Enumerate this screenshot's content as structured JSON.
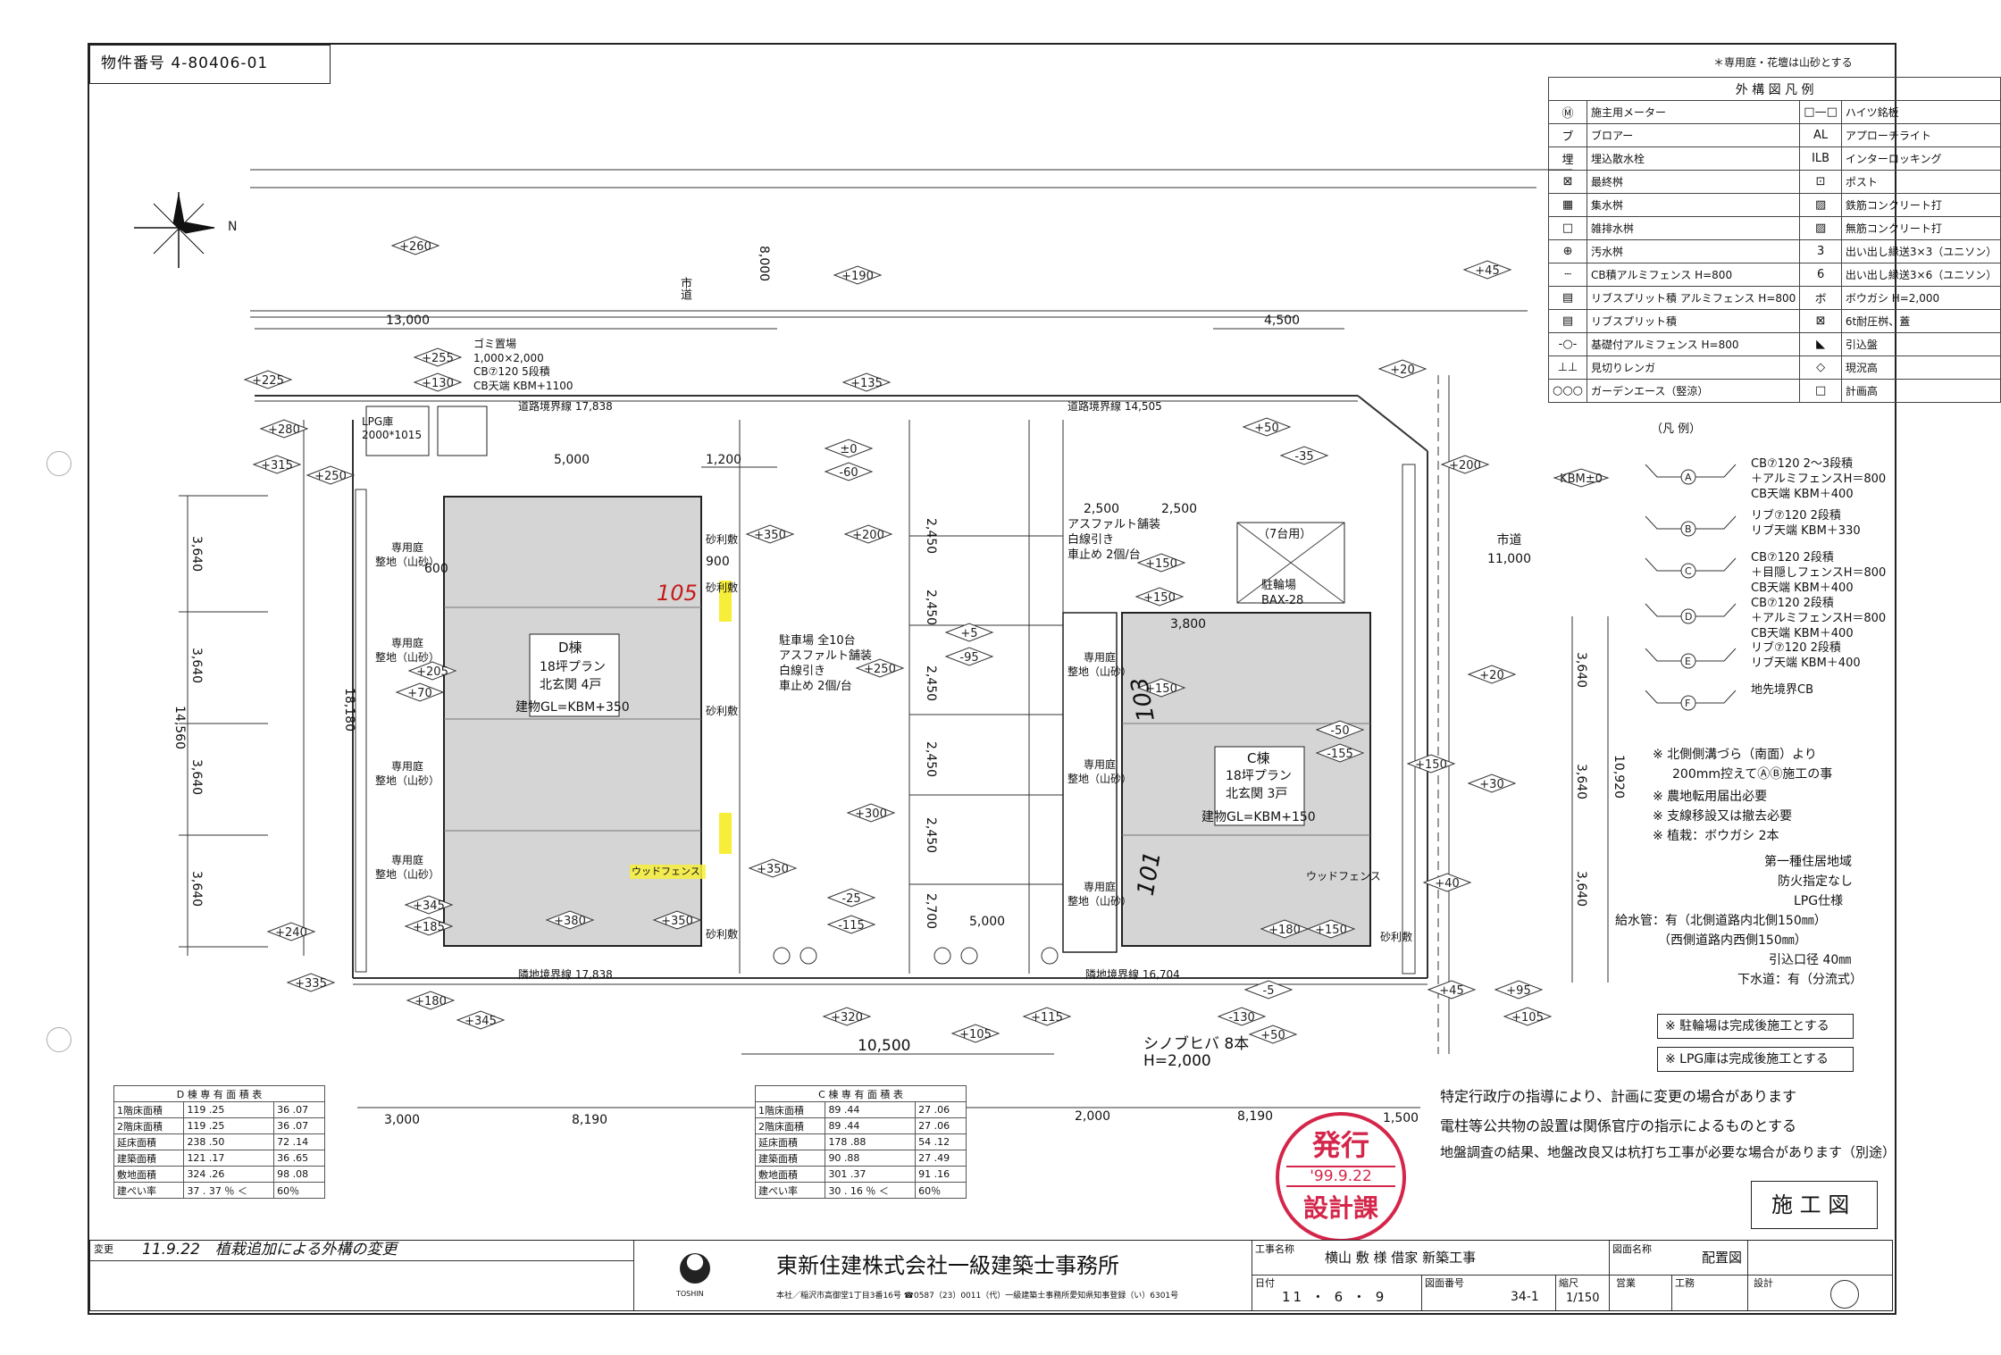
{
  "header": {
    "property_no": "物件番号 4-80406-01",
    "top_note": "＊専用庭・花壇は山砂とする"
  },
  "legend": {
    "title": "外 構 図 凡 例",
    "rows": [
      {
        "sym_l": "Ⓜ",
        "label_l": "施主用メーター",
        "sym_r": "□—□",
        "label_r": "ハイツ銘板"
      },
      {
        "sym_l": "ブ",
        "label_l": "ブロアー",
        "sym_r": "AL",
        "label_r": "アプローチライト"
      },
      {
        "sym_l": "埋",
        "label_l": "埋込散水栓",
        "sym_r": "ILB",
        "label_r": "インターロッキング"
      },
      {
        "sym_l": "⊠",
        "label_l": "最終桝",
        "sym_r": "⊡",
        "label_r": "ポスト"
      },
      {
        "sym_l": "▦",
        "label_l": "集水桝",
        "sym_r": "▨",
        "label_r": "鉄筋コンクリート打"
      },
      {
        "sym_l": "□",
        "label_l": "雑排水桝",
        "sym_r": "▨",
        "label_r": "無筋コンクリート打"
      },
      {
        "sym_l": "⊕",
        "label_l": "汚水桝",
        "sym_r": "3",
        "label_r": "出い出し縁送3×3（ユニソン）"
      },
      {
        "sym_l": "┄",
        "label_l": "CB積アルミフェンス H=800",
        "sym_r": "6",
        "label_r": "出い出し縁送3×6（ユニソン）"
      },
      {
        "sym_l": "▤",
        "label_l": "リブスプリット積 アルミフェンス H=800",
        "sym_r": "ボ",
        "label_r": "ボウガシ H=2,000"
      },
      {
        "sym_l": "▤",
        "label_l": "リブスプリット積",
        "sym_r": "⊠",
        "label_r": "6t耐圧桝、蓋"
      },
      {
        "sym_l": "-○-",
        "label_l": "基礎付アルミフェンス H=800",
        "sym_r": "◣",
        "label_r": "引込盤"
      },
      {
        "sym_l": "⊥⊥",
        "label_l": "見切りレンガ",
        "sym_r": "◇",
        "label_r": "現況高"
      },
      {
        "sym_l": "○○○",
        "label_l": "ガーデンエース（竪涼）",
        "sym_r": "□",
        "label_r": "計画高"
      }
    ]
  },
  "wall_legend": {
    "title": "（凡 例）",
    "items": [
      {
        "id": "A",
        "text": "CB⑦120 2〜3段積\n＋アルミフェンスH＝800\nCB天端 KBM＋400"
      },
      {
        "id": "B",
        "text": "リブ⑦120 2段積\nリブ天端 KBM＋330"
      },
      {
        "id": "C",
        "text": "CB⑦120 2段積\n＋目隠しフェンスH＝800\nCB天端 KBM＋400"
      },
      {
        "id": "D",
        "text": "CB⑦120 2段積\n＋アルミフェンスH＝800\nCB天端 KBM＋400"
      },
      {
        "id": "E",
        "text": "リブ⑦120 2段積\nリブ天端 KBM＋400"
      },
      {
        "id": "F",
        "text": "地先境界CB"
      }
    ]
  },
  "notes": {
    "n1": "※ 北側側溝づら（南面）より",
    "n1b": "200mm控えてⒶⒷ施工の事",
    "n2": "※ 農地転用届出必要",
    "n3": "※ 支線移設又は撤去必要",
    "n4": "※ 植栽：ボウガシ 2本",
    "zone1": "第一種住居地域",
    "zone2": "防火指定なし",
    "zone3": "LPG仕様",
    "water1": "給水管：有（北側道路内北側150㎜）",
    "water2": "（西側道路内西側150㎜）",
    "water3": "引込口径 40㎜",
    "sewer": "下水道：有（分流式）",
    "box1": "※ 駐輪場は完成後施工とする",
    "box2": "※ LPG庫は完成後施工とする",
    "bottom1": "特定行政庁の指導により、計画に変更の場合があります",
    "bottom2": "電柱等公共物の設置は関係官庁の指示によるものとする",
    "bottom3": "地盤調査の結果、地盤改良又は杭打ち工事が必要な場合があります（別途）"
  },
  "plan": {
    "buildingD": {
      "name": "D棟",
      "plan": "18坪プラン",
      "type": "北玄関 4戸",
      "gl": "建物GL=KBM+350"
    },
    "buildingC": {
      "name": "C棟",
      "plan": "18坪プラン",
      "type": "北玄関 3戸",
      "gl": "建物GL=KBM+150"
    },
    "parking": "駐車場 全10台\nアスファルト舗装\n白線引き\n車止め 2個/台",
    "parking2": "アスファルト舗装\n白線引き\n車止め 2個/台",
    "road_west": "市道",
    "road_east": "市道\n11,000",
    "bicycle": "（7台用）",
    "bicycle_box": "駐輪場\nBAX-28",
    "lpg": "LPG庫\n2000*1015",
    "garbage": "ゴミ置場\n1,000×2,000\nCB⑦120 5段積\nCB天端 KBM+1100",
    "boundary_n1": "道路境界線 17,838",
    "boundary_n2": "道路境界線 14,505",
    "boundary_s1": "隣地境界線 17,838",
    "boundary_s2": "隣地境界線 16,704",
    "planting": "シノブヒバ 8本\nH=2,000",
    "annot_105": "105",
    "annot_101": "101",
    "annot_103": "103",
    "wood_fence": "ウッドフェンス",
    "wood_fence2": "ウッドフェンス",
    "garden": "専用庭\n整地（山砂）",
    "gravel": "砂利敷",
    "dims": {
      "d13000": "13,000",
      "d8000": "8,000",
      "d4500": "4,500",
      "d5000": "5,000",
      "d1200": "1,200",
      "d14560": "14,560",
      "d18180": "18,180",
      "d3640": "3,640",
      "d10500": "10,500",
      "d3000": "3,000",
      "d8190": "8,190",
      "d2000": "2,000",
      "d1500": "1,500",
      "d10920": "10,920",
      "d2500": "2,500",
      "d2450": "2,450",
      "d2700": "2,700",
      "d3800": "3,800",
      "d900": "900",
      "d600": "600"
    },
    "levels": [
      "+260",
      "+190",
      "+45",
      "+255",
      "+130",
      "+225",
      "+280",
      "+315",
      "+250",
      "+135",
      "+20",
      "+50",
      "+200",
      "KBM±0",
      "+350",
      "+200",
      "+250",
      "+150",
      "+150",
      "+20",
      "+300",
      "+350",
      "+380",
      "+350",
      "+150",
      "+180",
      "+150",
      "+40",
      "+150",
      "+30",
      "+335",
      "+180",
      "+345",
      "+320",
      "+105",
      "+115",
      "+50",
      "+45",
      "+95",
      "+105",
      "-5",
      "-130",
      "-25",
      "-115",
      "±0",
      "-60",
      "+5",
      "-95",
      "-35",
      "-50",
      "-155",
      "+240",
      "+70",
      "+205",
      "+185",
      "+345"
    ]
  },
  "area_tables": {
    "d": {
      "title": "D 棟 専 有 面 積 表",
      "rows": [
        [
          "1階床面積",
          "119 .25",
          "36 .07"
        ],
        [
          "2階床面積",
          "119 .25",
          "36 .07"
        ],
        [
          "延床面積",
          "238 .50",
          "72 .14"
        ],
        [
          "建築面積",
          "121 .17",
          "36 .65"
        ],
        [
          "敷地面積",
          "324 .26",
          "98 .08"
        ],
        [
          "建ぺい率",
          "37 . 37 ％ ＜",
          "60％"
        ]
      ]
    },
    "c": {
      "title": "C 棟 専 有 面 積 表",
      "rows": [
        [
          "1階床面積",
          "89 .44",
          "27 .06"
        ],
        [
          "2階床面積",
          "89 .44",
          "27 .06"
        ],
        [
          "延床面積",
          "178 .88",
          "54 .12"
        ],
        [
          "建築面積",
          "90 .88",
          "27 .49"
        ],
        [
          "敷地面積",
          "301 .37",
          "91 .16"
        ],
        [
          "建ぺい率",
          "30 . 16 ％ ＜",
          "60％"
        ]
      ]
    }
  },
  "stamp": {
    "l1": "発行",
    "l2": "'99.9.22",
    "l3": "設計課"
  },
  "drawing_type": "施 工 図",
  "title_block": {
    "change_label": "変更",
    "change_text": "11.9.22　植栽追加による外構の変更",
    "company": "東新住建株式会社一級建築士事務所",
    "company_addr": "本社／稲沢市高御堂1丁目3番16号 ☎0587（23）0011（代）一級建築士事務所愛知県知事登録（い）6301号",
    "logo": "TOSHIN",
    "work_name_label": "工事名称",
    "work_name": "横山 敷 様 借家 新築工事",
    "drawing_name_label": "図面名称",
    "drawing_name": "配置図",
    "date_label": "日付",
    "date": "11 ・ 6 ・ 9",
    "drawing_no_label": "図面番号",
    "drawing_no": "34-1",
    "scale_label": "縮尺",
    "scale": "1/150",
    "sales_label": "営業",
    "works_label": "工務",
    "design_label": "設計"
  }
}
